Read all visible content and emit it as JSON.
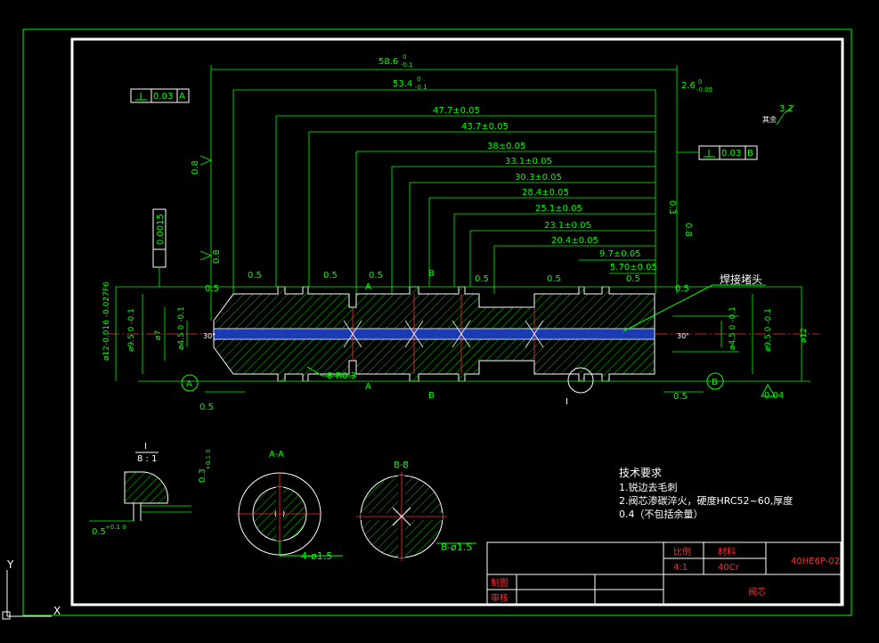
{
  "dimensions": {
    "d58_6": "58.6",
    "d58_6_tol": "0",
    "d58_6_tol2": "-0.1",
    "d53_4": "53.4",
    "d53_4_tol": "0",
    "d53_4_tol2": "-0.1",
    "d2_6": "2.6",
    "d2_6_tol": "0",
    "d2_6_tol2": "-0.05",
    "d47_7": "47.7±0.05",
    "d43_7": "43.7±0.05",
    "d38": "38±0.05",
    "d33_1": "33.1±0.05",
    "d30_3": "30.3±0.05",
    "d28_4": "28.4±0.05",
    "d25_1": "25.1±0.05",
    "d23_1": "23.1±0.05",
    "d20_4": "20.4±0.05",
    "d9_7": "9.7±0.05",
    "d5_7": "5.70±0.05",
    "g05": "0.5",
    "tolA": "0.03",
    "tolA_ref": "A",
    "tolB": "0.03",
    "tolB_ref": "B",
    "cyl": "0.0015",
    "r08": "0.8",
    "r03": "0.3",
    "r32": "3.2",
    "remain": "其余",
    "radius_note": "8-R0.3",
    "phi12_left": "ø12-0.016 -0.027F6",
    "phi95_left": "ø9.5 0 -0.1",
    "phi7": "ø7",
    "phi45_left": "ø4.5 0 -0.1",
    "phi45_right": "ø4.5 0 -0.1",
    "phi95_right": "ø9.5 0 -0.1",
    "phi12_right": "ø12",
    "ang30": "30°",
    "circA": "A",
    "circB": "B",
    "flat004": "0.04",
    "weld": "焊接堵头",
    "secA": "A",
    "secB": "B",
    "detail_I": "I",
    "detail_I2": "I",
    "detail_scale": "8 : 1",
    "detail_03": "0.3",
    "detail_03_tol": "+0.1 0",
    "detail_05": "0.5",
    "detail_05_tol": "+0.1 0",
    "aa_title": "A-A",
    "bb_title": "B-B",
    "aa_holes": "4-ø1.5",
    "bb_holes": "8-ø1.5"
  },
  "notes": {
    "title": "技术要求",
    "line1": "1.锐边去毛刺",
    "line2": "2.阀芯渗碳淬火，硬度HRC52~60,厚度",
    "line3": "0.4（不包括余量）"
  },
  "title_block": {
    "scale_label": "比例",
    "material_label": "材料",
    "scale_value": "4:1",
    "material_value": "40Cr",
    "drawing_no": "40HE6P-02",
    "drawn": "制图",
    "checked": "审核",
    "part_name": "阀芯"
  },
  "ucs": {
    "y": "Y",
    "x": "X"
  }
}
